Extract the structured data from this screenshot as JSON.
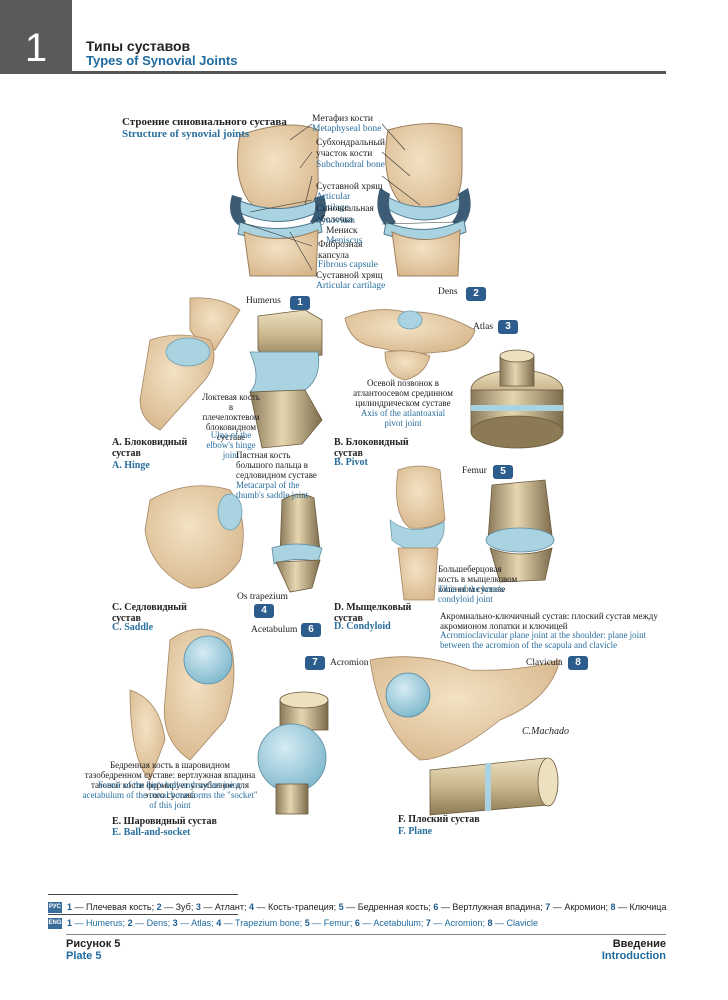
{
  "header": {
    "chapter_number": "1",
    "title_ru": "Типы суставов",
    "title_en": "Types of Synovial Joints"
  },
  "structure": {
    "title_ru": "Строение синовиального сустава",
    "title_en": "Structure of synovial joints",
    "labels": [
      {
        "ru": "Метафиз кости",
        "en": "Metaphyseal bone"
      },
      {
        "ru": "Субхондральный участок кости",
        "en": "Subchondral bone"
      },
      {
        "ru": "Суставной хрящ",
        "en": "Articular cartilage"
      },
      {
        "ru": "Синовиальная оболочка",
        "en": "Synovium"
      },
      {
        "ru": "Мениск",
        "en": "Meniscus"
      },
      {
        "ru": "Фиброзная капсула",
        "en": "Fibrous capsule"
      },
      {
        "ru": "Суставной хрящ",
        "en": "Articular cartilage"
      }
    ]
  },
  "panels": {
    "a": {
      "label": "Humerus",
      "badge": "1",
      "note_ru": "Локтевая кость в плечелоктевом блоковидном суставе",
      "note_en": "Ulna of the elbow's hinge joint",
      "caption_ru": "А. Блоковидный сустав",
      "caption_en": "A. Hinge"
    },
    "b": {
      "label_dens": "Dens",
      "badge_dens": "2",
      "label_atlas": "Atlas",
      "badge_atlas": "3",
      "note_ru": "Осевой позвонок в атлантоосевом срединном цилиндрическом суставе",
      "note_en": "Axis of the atlantoaxial pivot joint",
      "caption_ru": "B. Блоковидный сустав",
      "caption_en": "B. Pivot"
    },
    "c": {
      "note_ru": "Пястная кость большого пальца в седловидном суставе",
      "note_en": "Metacarpal of the thumb's saddle joint",
      "label": "Os trapezium",
      "badge": "4",
      "caption_ru": "C. Седловидный сустав",
      "caption_en": "C. Saddle"
    },
    "d": {
      "label": "Femur",
      "badge": "5",
      "note_ru": "Большеберцовая кость в мыщелковом коленном суставе",
      "note_en": "Tibia of the knee's condyloid joint",
      "caption_ru": "D. Мыщелковый сустав",
      "caption_en": "D. Condyloid"
    },
    "e": {
      "label": "Acetabulum",
      "badge": "6",
      "note_ru": "Бедренная кость в шаровидном тазобедренном суставе: вертлужная впадина тазовой кости формирует углубление для этого сустава",
      "note_en": "Femur of the hip's ball-and-socket joint: acetabulum of the coxal bone forms the \"socket\" of this joint",
      "caption_ru": "E. Шаровидный сустав",
      "caption_en": "E. Ball-and-socket"
    },
    "f": {
      "label_acromion": "Acromion",
      "badge_acromion": "7",
      "label_clavicle": "Clavicula",
      "badge_clavicle": "8",
      "note_ru": "Акромиально-ключичный сустав: плоский сустав между акромионом лопатки и ключицей",
      "note_en": "Acromioclavicular plane joint at the shoulder: plane joint between the acromion of the scapula and clavicle",
      "signature": "C.Machado",
      "caption_ru": "F. Плоский сустав",
      "caption_en": "F. Plane"
    }
  },
  "legend": {
    "ru_tag": "РУС",
    "en_tag": "ENG",
    "ru_items": [
      {
        "n": "1",
        "t": "Плечевая кость"
      },
      {
        "n": "2",
        "t": "Зуб"
      },
      {
        "n": "3",
        "t": "Атлант"
      },
      {
        "n": "4",
        "t": "Кость-трапеция"
      },
      {
        "n": "5",
        "t": "Бедренная кость"
      },
      {
        "n": "6",
        "t": "Вертлужная впадина"
      },
      {
        "n": "7",
        "t": "Акромион"
      },
      {
        "n": "8",
        "t": "Ключица"
      }
    ],
    "en_items": [
      {
        "n": "1",
        "t": "Humerus"
      },
      {
        "n": "2",
        "t": "Dens"
      },
      {
        "n": "3",
        "t": "Atlas"
      },
      {
        "n": "4",
        "t": "Trapezium bone"
      },
      {
        "n": "5",
        "t": "Femur"
      },
      {
        "n": "6",
        "t": "Acetabulum"
      },
      {
        "n": "7",
        "t": "Acromion"
      },
      {
        "n": "8",
        "t": "Clavicle"
      }
    ]
  },
  "footer": {
    "figure_ru": "Рисунок 5",
    "figure_en": "Plate 5",
    "section_ru": "Введение",
    "section_en": "Introduction"
  },
  "colors": {
    "accent_blue": "#2a6f9e",
    "badge_blue": "#2c5d8c",
    "header_gray": "#5a5a5a",
    "bone": "#e8cfa6",
    "cartilage": "#a9d3e0"
  }
}
